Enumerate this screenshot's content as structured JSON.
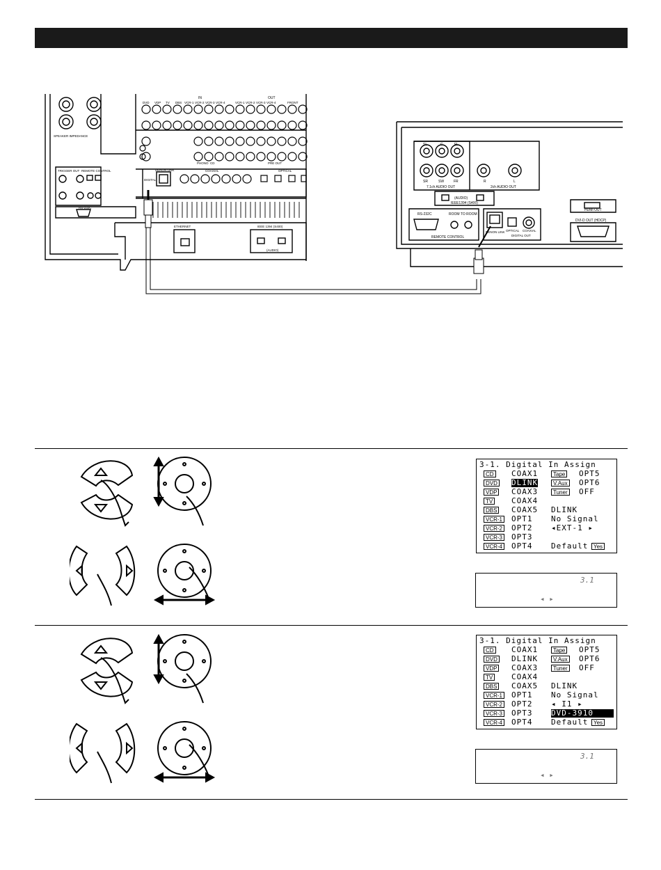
{
  "receiver_panel": {
    "in_label": "IN",
    "out_label": "OUT",
    "inputs": [
      "DVD",
      "VDP",
      "TV",
      "DBS",
      "VCR-1",
      "VCR-2",
      "VCR-3",
      "VCR-4"
    ],
    "outputs": [
      "VCR-1",
      "VCR-2",
      "VCR-3",
      "VCR-4",
      "FRONT"
    ],
    "speaker_impedance": "SPEAKER IMPEDANCE",
    "trigger_out": "TRIGGER OUT",
    "remote_control": "REMOTE CONTROL",
    "rs232c": "RS-232C",
    "denon_link": "DENON LINK",
    "digital": "DIGITAL",
    "coaxial": "COAXIAL",
    "optical": "OPTICAL",
    "ethernet": "ETHERNET",
    "ieee": "IEEE 1394 (S400)",
    "audio": "(AUDIO)",
    "phono": "PHONO",
    "cd": "CD",
    "pre_out": "PRE OUT"
  },
  "player_panel": {
    "audio_71_out": "7.1ch AUDIO OUT",
    "audio_2ch_out": "2ch AUDIO OUT",
    "ieee": "IEEE1394 (S400)",
    "audio": "(AUDIO)",
    "rs232c": "RS-232C",
    "room_to_room": "ROOM TO ROOM",
    "remote_control": "REMOTE CONTROL",
    "denon_link": "DENON LINK",
    "optical": "OPTICAL",
    "coaxial": "COAXIAL",
    "digital_out": "DIGITAL OUT",
    "hdmi_out": "HDMI OUT",
    "dvi_out": "DVI-D OUT (HDCP)",
    "ch_labels": [
      "SL",
      "C",
      "FL",
      "SR",
      "SW",
      "FR",
      "R",
      "L"
    ]
  },
  "osd1": {
    "title": "3-1. Digital  In Assign",
    "left_labels": [
      "CD",
      "DVD",
      "VDP",
      "TV",
      "DBS",
      "VCR-1",
      "VCR-2",
      "VCR-3",
      "VCR-4"
    ],
    "left_values": [
      "COAX1",
      "DLINK",
      "COAX3",
      "COAX4",
      "COAX5",
      "OPT1",
      "OPT2",
      "OPT3",
      "OPT4"
    ],
    "right_labels": [
      "Tape",
      "V.Aux",
      "Tuner"
    ],
    "right_values": [
      "OPT5",
      "OPT6",
      "OFF"
    ],
    "info1": "DLINK",
    "info2": "No Signal",
    "info3": "◂EXT-1  ▸",
    "default_label": "Default",
    "yes_label": "Yes"
  },
  "osd2": {
    "title": "3-1. Digital  In Assign",
    "left_labels": [
      "CD",
      "DVD",
      "VDP",
      "TV",
      "DBS",
      "VCR-1",
      "VCR-2",
      "VCR-3",
      "VCR-4"
    ],
    "left_values": [
      "COAX1",
      "DLINK",
      "COAX3",
      "COAX4",
      "COAX5",
      "OPT1",
      "OPT2",
      "OPT3",
      "OPT4"
    ],
    "right_labels": [
      "Tape",
      "V.Aux",
      "Tuner"
    ],
    "right_values": [
      "OPT5",
      "OPT6",
      "OFF"
    ],
    "info1": "DLINK",
    "info2": "No Signal",
    "info3": "◂  I1    ▸",
    "info4": "DVD-3910",
    "default_label": "Default",
    "yes_label": "Yes"
  },
  "fl1": {
    "num": "3.1",
    "arrows": "◂      ▸"
  },
  "fl2": {
    "num": "3.1",
    "arrows": "◂       ▸"
  }
}
